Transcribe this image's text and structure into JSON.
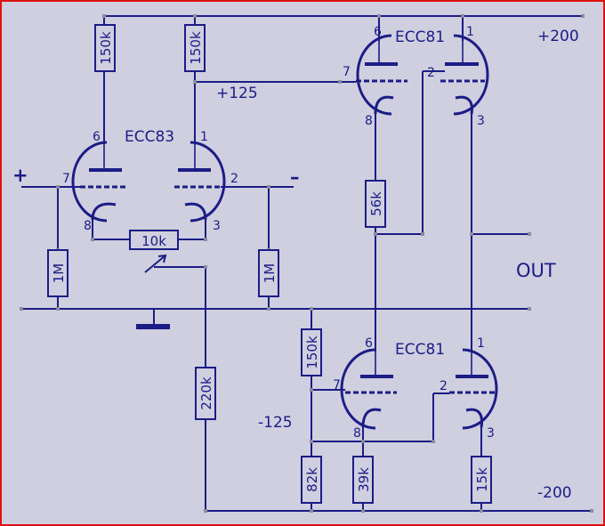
{
  "tubes": {
    "input": "ECC83",
    "upper": "ECC81",
    "lower": "ECC81"
  },
  "rails": {
    "pos": "+200",
    "mid": "+125",
    "neg_mid": "-125",
    "neg": "-200"
  },
  "io": {
    "plus": "+",
    "minus": "–",
    "out": "OUT"
  },
  "resistors": {
    "r_anode_left": "150k",
    "r_anode_right": "150k",
    "r_grid_left": "1M",
    "r_grid_right": "1M",
    "pot": "10k",
    "r_220k": "220k",
    "r_56k": "56k",
    "r_150k_low": "150k",
    "r_82k": "82k",
    "r_39k": "39k",
    "r_15k": "15k"
  },
  "pins": {
    "ecc83": [
      "6",
      "1",
      "7",
      "2",
      "8",
      "3"
    ],
    "ecc81_upper": [
      "6",
      "1",
      "7",
      "2",
      "8",
      "3"
    ],
    "ecc81_lower": [
      "6",
      "1",
      "7",
      "2",
      "8",
      "3"
    ]
  },
  "colors": {
    "wire": "#1c1c86",
    "background": "#cfcfe0",
    "border": "#e01010",
    "node": "#8b8b9e"
  }
}
